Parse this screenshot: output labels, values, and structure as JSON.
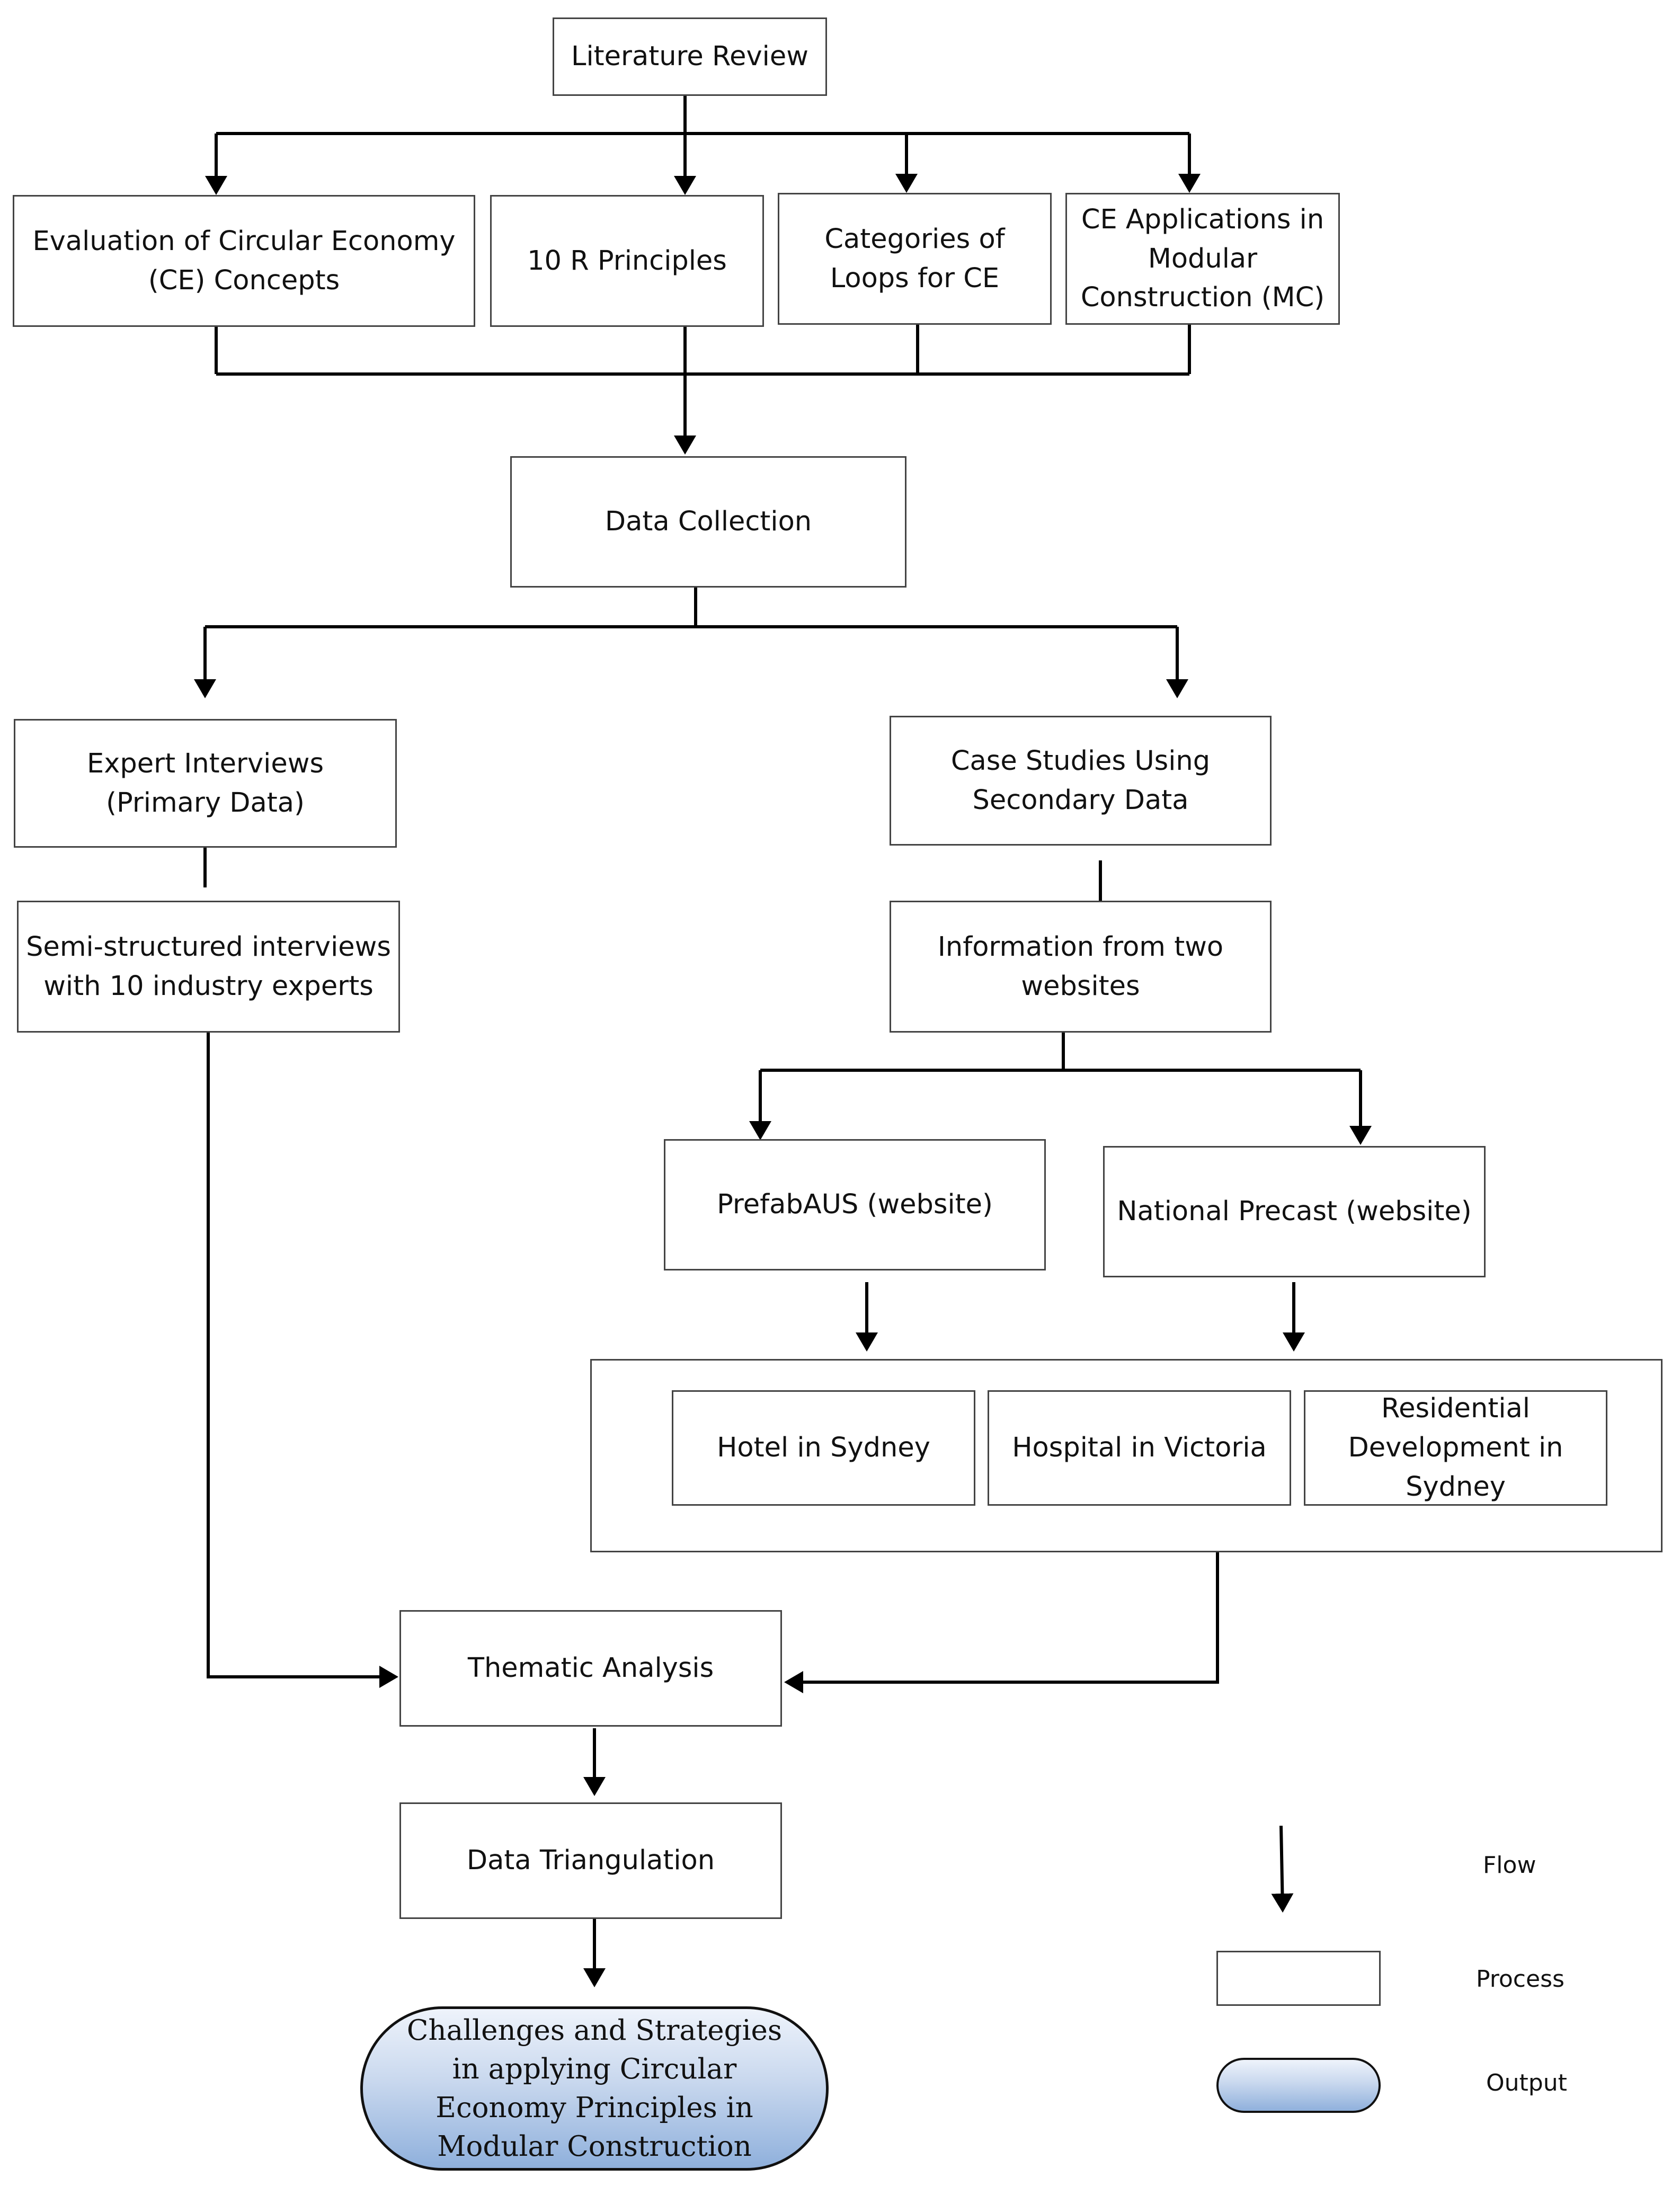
{
  "nodes": {
    "literature_review": "Literature Review",
    "ce_concepts": "Evaluation of Circular Economy (CE) Concepts",
    "ten_r": "10 R Principles",
    "loops": "Categories of Loops for CE",
    "ce_mc": "CE Applications in Modular Construction (MC)",
    "data_collection": "Data Collection",
    "expert_interviews": "Expert Interviews (Primary Data)",
    "case_studies": "Case Studies Using Secondary Data",
    "semi_structured": "Semi-structured interviews with 10 industry experts",
    "two_websites": "Information from two websites",
    "prefabaus": "PrefabAUS (website)",
    "national_precast": "National Precast (website)",
    "hotel": "Hotel in Sydney",
    "hospital": "Hospital in Victoria",
    "residential": "Residential Development in Sydney",
    "thematic": "Thematic Analysis",
    "triangulation": "Data Triangulation",
    "output": "Challenges and Strategies in applying Circular Economy Principles in Modular Construction"
  },
  "legend": {
    "flow": "Flow",
    "process": "Process",
    "output": "Output"
  },
  "colors": {
    "line": "#000000",
    "box_border": "#444444",
    "output_fill_top": "#eef3fb",
    "output_fill_bottom": "#8fb0dc"
  }
}
